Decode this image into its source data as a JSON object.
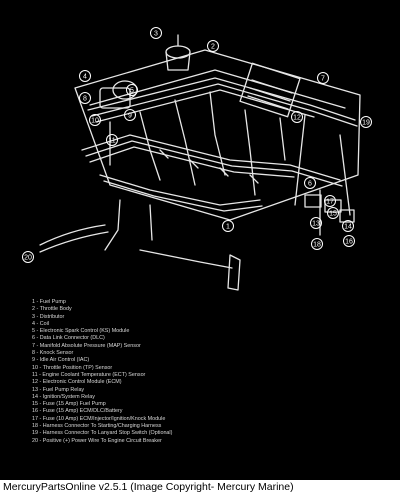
{
  "diagram": {
    "callouts": [
      "1",
      "2",
      "3",
      "4",
      "5",
      "6",
      "7",
      "8",
      "9",
      "10",
      "11",
      "12",
      "13",
      "14",
      "15",
      "16",
      "17",
      "18",
      "19",
      "20"
    ]
  },
  "legend": [
    "1 - Fuel Pump",
    "2 - Throttle Body",
    "3 - Distributor",
    "4 - Coil",
    "5 - Electronic Spark Control (KS) Module",
    "6 - Data Link Connector (DLC)",
    "7 - Manifold Absolute Pressure (MAP) Sensor",
    "8 - Knock Sensor",
    "9 - Idle Air Control (IAC)",
    "10 - Throttle Position (TP) Sensor",
    "11 - Engine Coolant Temperature (ECT) Sensor",
    "12 - Electronic Control Module (ECM)",
    "13 - Fuel Pump Relay",
    "14 - Ignition/System Relay",
    "15 - Fuse (15 Amp) Fuel Pump",
    "16 - Fuse (15 Amp) ECM/DLC/Battery",
    "17 - Fuse (10 Amp) ECM/Injector/Ignition/Knock Module",
    "18 - Harness Connector To Starting/Charging Harness",
    "19 - Harness Connector To Lanyard Stop Switch (Optional)",
    "20 - Positive (+) Power Wire To Engine Circuit Breaker"
  ],
  "footer": {
    "text": "MercuryPartsOnline v2.5.1 (Image Copyright- Mercury Marine)"
  }
}
